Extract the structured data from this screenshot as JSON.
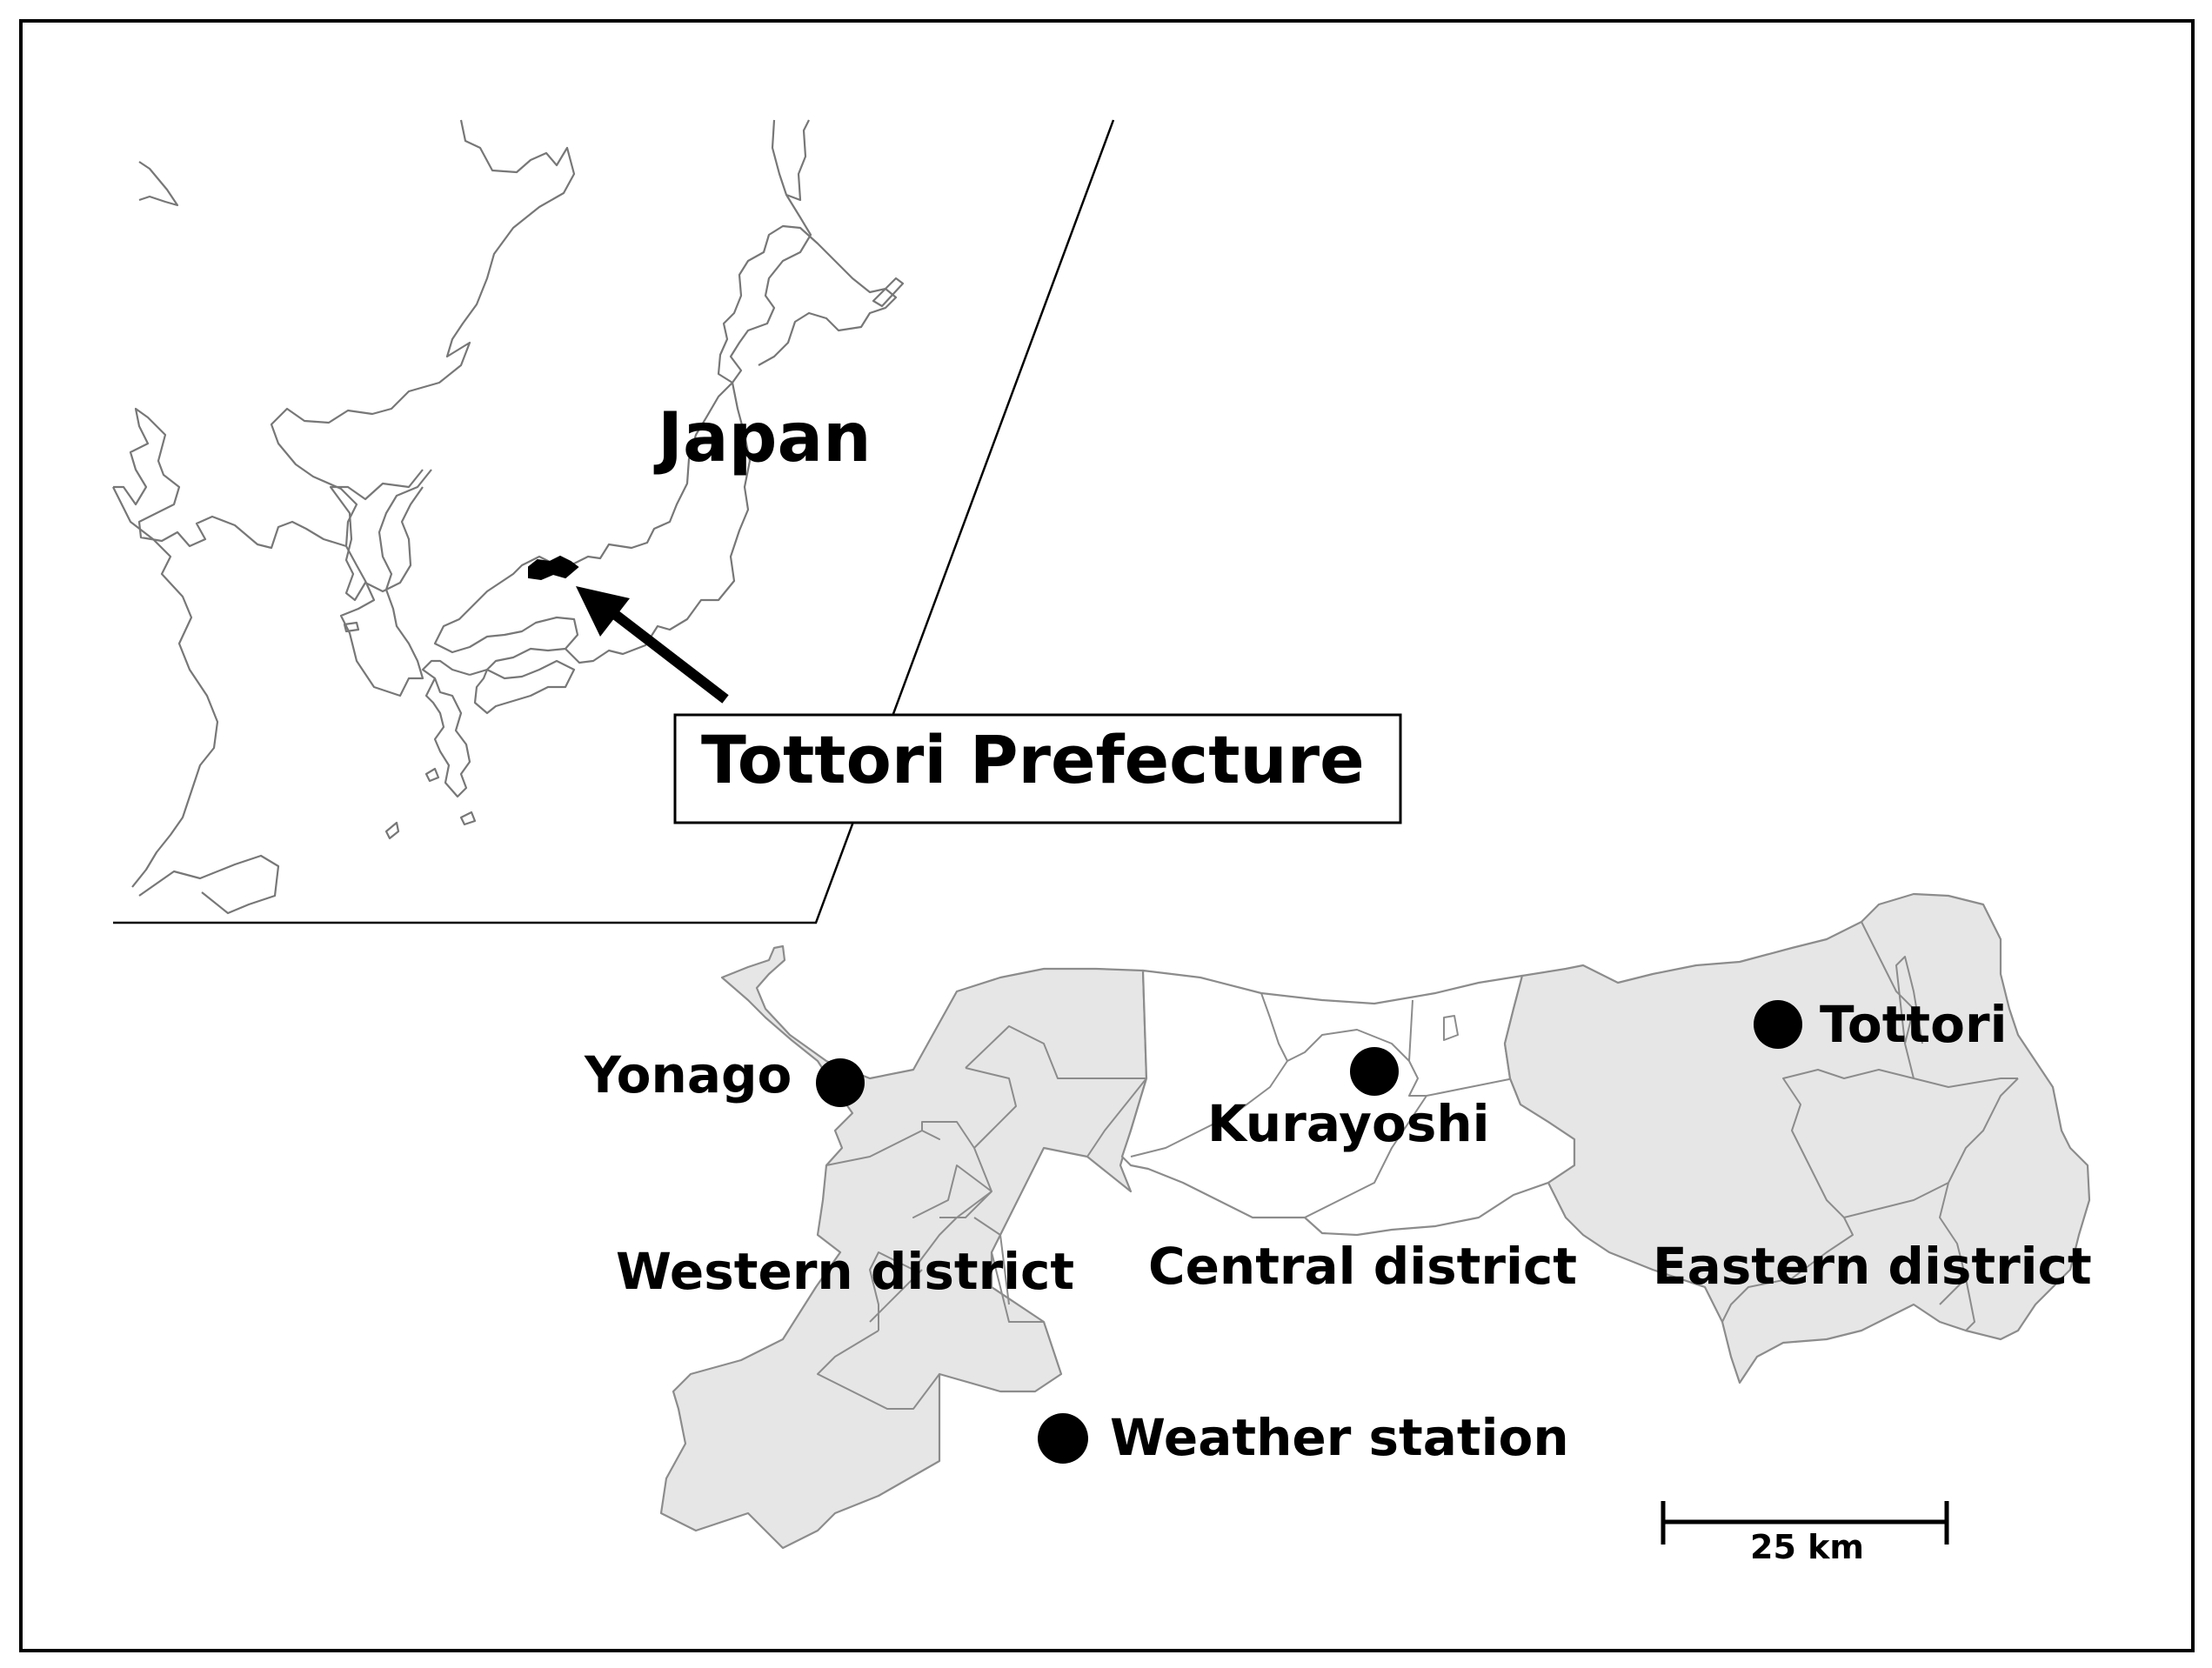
{
  "inset": {
    "country_label": "Japan",
    "callout_label": "Tottori Prefecture"
  },
  "cities": [
    {
      "key": "yonago",
      "label": "Yonago"
    },
    {
      "key": "kurayoshi",
      "label": "Kurayoshi"
    },
    {
      "key": "tottori",
      "label": "Tottori"
    }
  ],
  "districts": [
    {
      "key": "western",
      "label": "Western district",
      "shading": "gray"
    },
    {
      "key": "central",
      "label": "Central district",
      "shading": "white"
    },
    {
      "key": "eastern",
      "label": "Eastern district",
      "shading": "gray"
    }
  ],
  "legend": {
    "weather_station_label": "Weather station"
  },
  "scale_bar": {
    "label": "25 km"
  },
  "colors": {
    "district_fill": "#e6e6e6",
    "border": "#8c8c8c",
    "ink": "#000000"
  }
}
